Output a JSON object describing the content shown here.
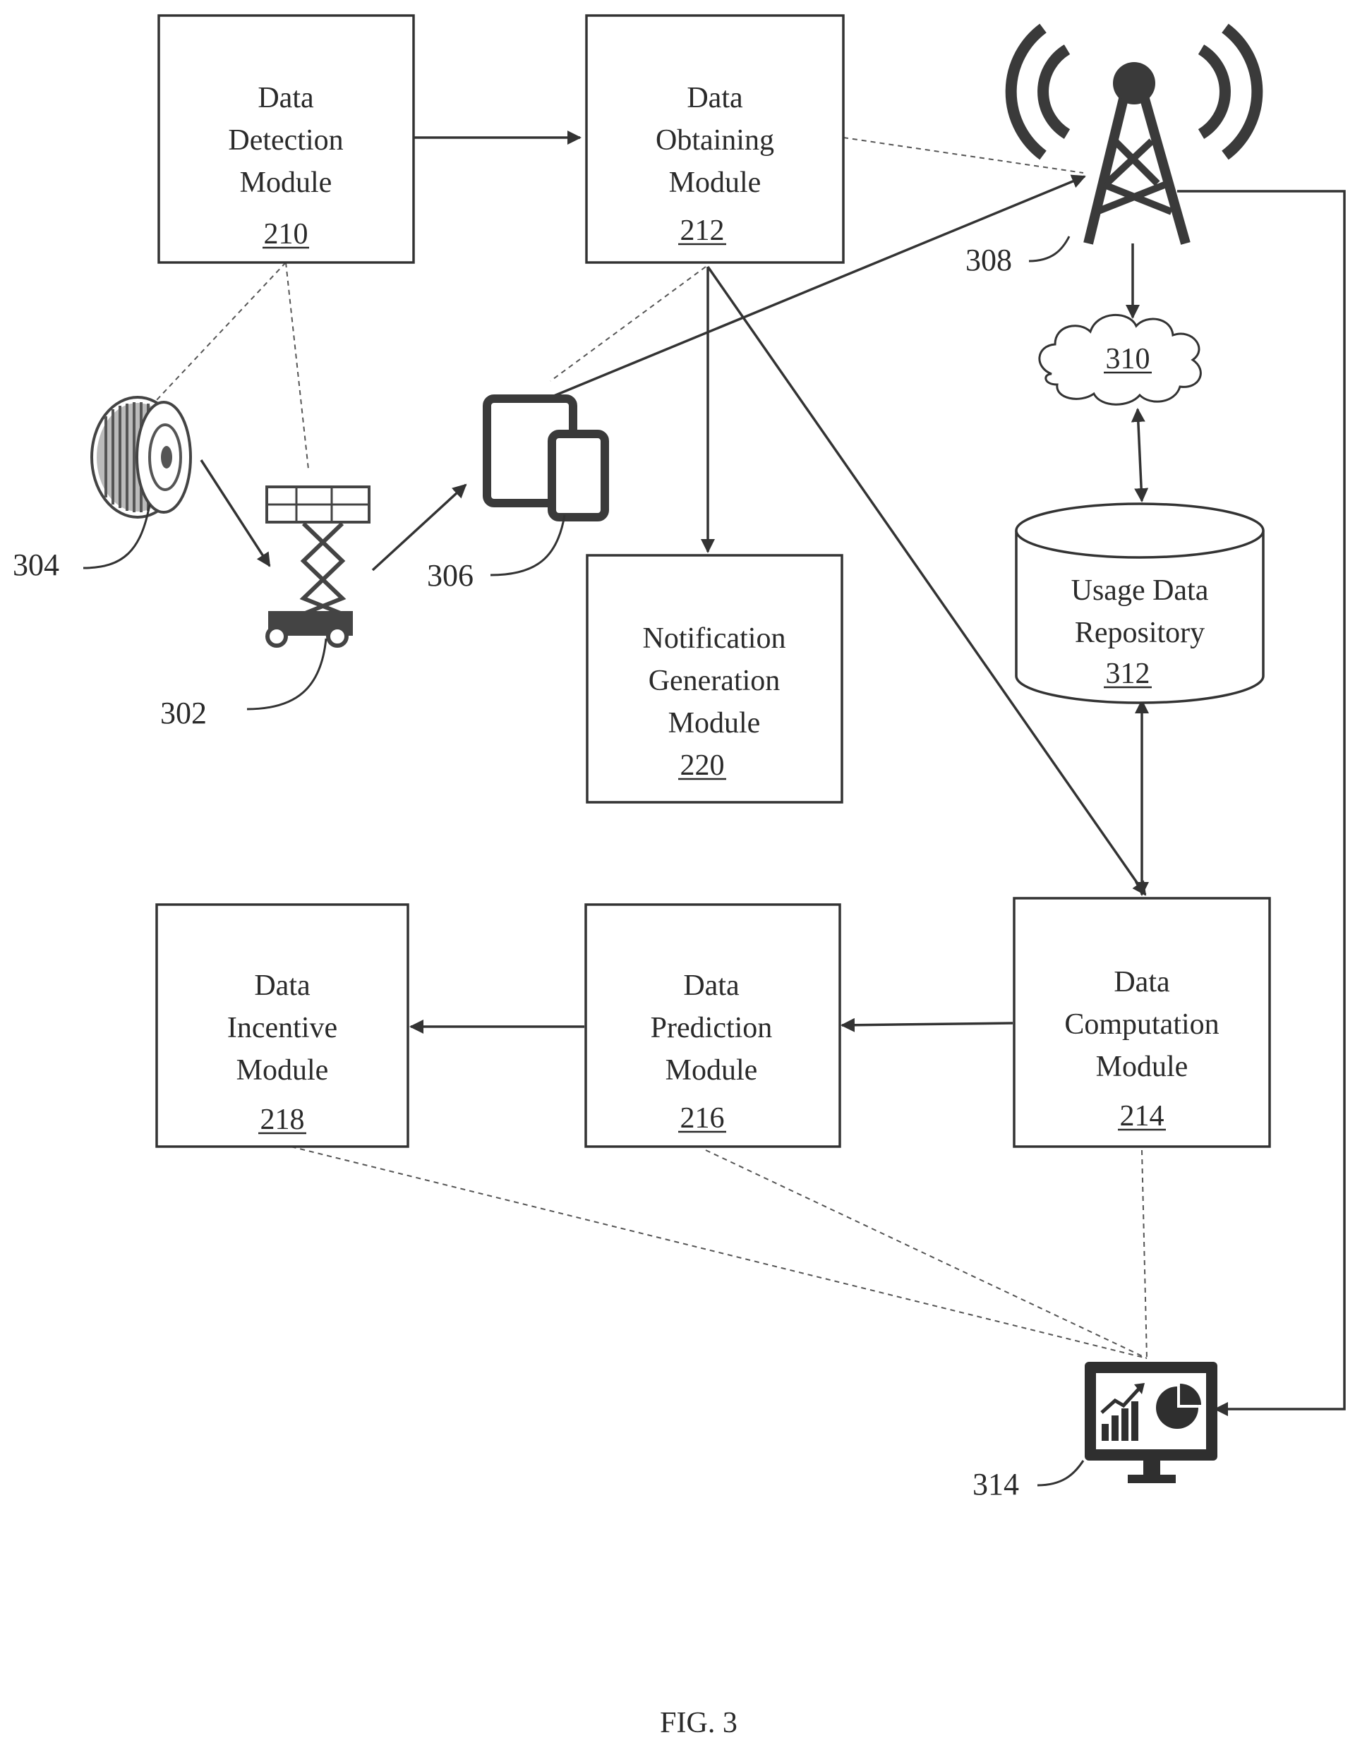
{
  "modules": {
    "data_detection": {
      "lines": [
        "Data",
        "Detection",
        "Module"
      ],
      "ref": "210"
    },
    "data_obtaining": {
      "lines": [
        "Data",
        "Obtaining",
        "Module"
      ],
      "ref": "212"
    },
    "notification": {
      "lines": [
        "Notification",
        "Generation",
        "Module"
      ],
      "ref": "220"
    },
    "data_incentive": {
      "lines": [
        "Data",
        "Incentive",
        "Module"
      ],
      "ref": "218"
    },
    "data_prediction": {
      "lines": [
        "Data",
        "Prediction",
        "Module"
      ],
      "ref": "216"
    },
    "data_computation": {
      "lines": [
        "Data",
        "Computation",
        "Module"
      ],
      "ref": "214"
    }
  },
  "repository": {
    "lines": [
      "Usage Data",
      "Repository"
    ],
    "ref": "312"
  },
  "cloud": {
    "ref": "310"
  },
  "labels": {
    "scissor_lift": "302",
    "tire": "304",
    "mobile_devices": "306",
    "cell_tower": "308",
    "monitor": "314"
  },
  "icons": {
    "tire": "tire-icon",
    "scissor_lift": "scissor-lift-icon",
    "mobile_devices": "tablet-phone-icon",
    "cell_tower": "cell-tower-icon",
    "cloud": "cloud-icon",
    "database": "database-cylinder-icon",
    "monitor": "monitor-dashboard-icon"
  },
  "caption": "FIG. 3"
}
